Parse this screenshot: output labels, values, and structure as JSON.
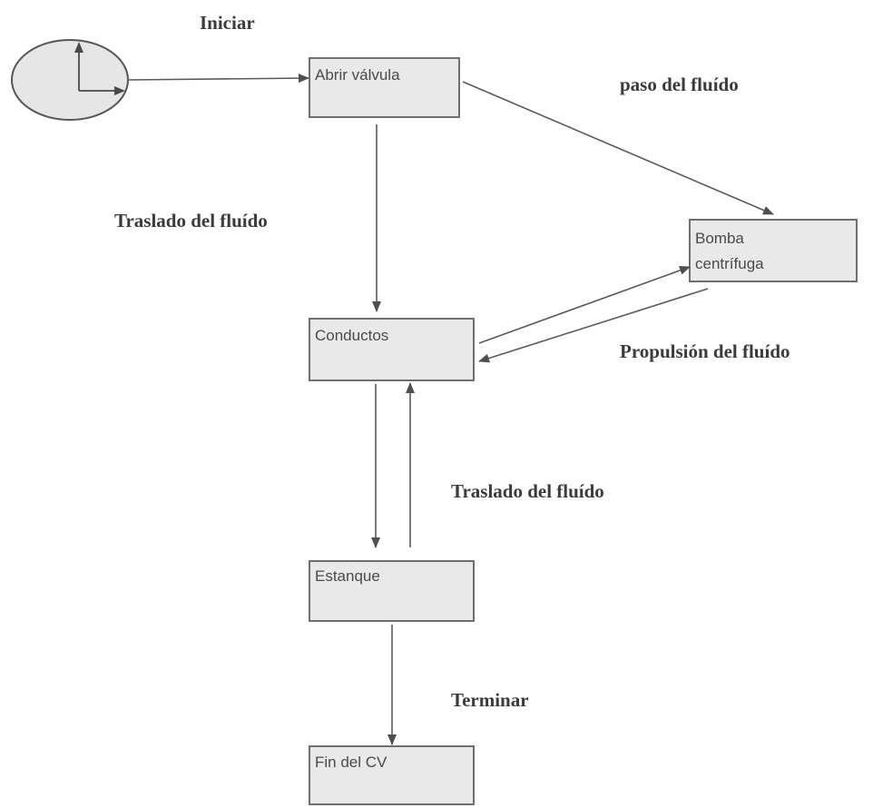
{
  "labels": {
    "start": "Iniciar",
    "top_right": "paso del fluído",
    "left_middle": "Traslado del fluído",
    "right_middle": "Propulsión del fluído",
    "center_lower": "Traslado del fluído",
    "bottom": "Terminar"
  },
  "nodes": {
    "abrir_valvula": "Abrir válvula",
    "bomba_line1": "Bomba",
    "bomba_line2": "centrífuga",
    "conductos": "Conductos",
    "estanque": "Estanque",
    "fin_cv": "Fin del  CV"
  },
  "colors": {
    "box_fill": "#e9e9e9",
    "box_stroke": "#6f6f6f",
    "line": "#5a5a5a",
    "label_text": "#3b3b3b"
  },
  "icons": {
    "start_symbol": "clock-icon"
  }
}
